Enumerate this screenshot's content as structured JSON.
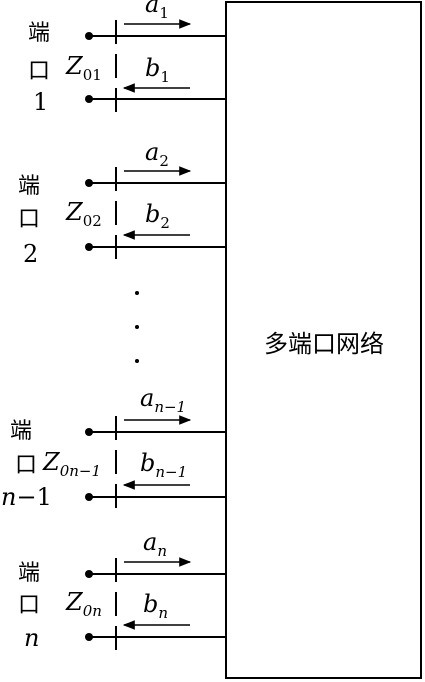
{
  "network": {
    "label": "多端口网络"
  },
  "port_word": {
    "top": "端",
    "mid": "口"
  },
  "ports": [
    {
      "id": "1",
      "num": "1",
      "z_sub": "01",
      "a": "a",
      "a_sub": "1",
      "b": "b",
      "b_sub": "1"
    },
    {
      "id": "2",
      "num": "2",
      "z_sub": "02",
      "a": "a",
      "a_sub": "2",
      "b": "b",
      "b_sub": "2"
    },
    {
      "id": "n-1",
      "num": "n−1",
      "z_sub": "0n−1",
      "a": "a",
      "a_sub": "n−1",
      "b": "b",
      "b_sub": "n−1"
    },
    {
      "id": "n",
      "num": "n",
      "z_sub": "0n",
      "a": "a",
      "a_sub": "n",
      "b": "b",
      "b_sub": "n"
    }
  ],
  "impedance_symbol": "Z",
  "ellipsis": [
    "·",
    "·",
    "·"
  ]
}
